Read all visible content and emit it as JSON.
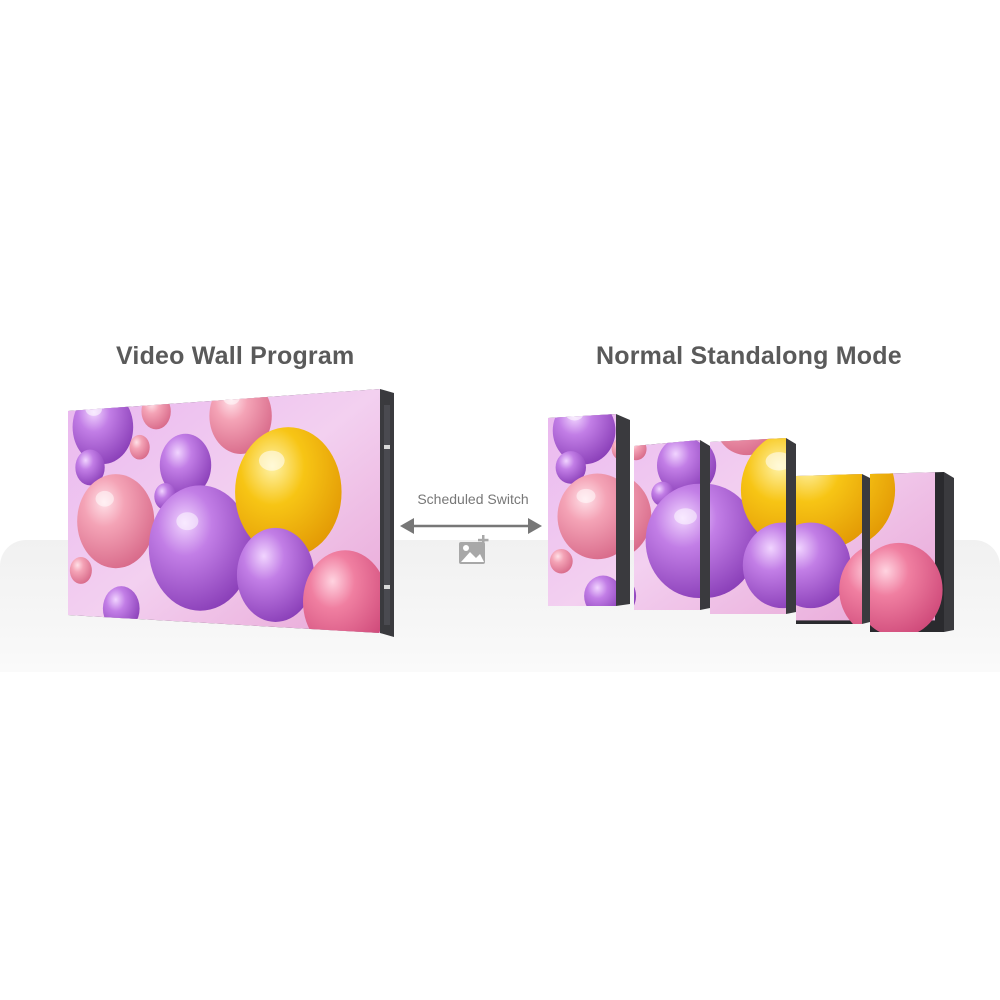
{
  "titles": {
    "left": "Video Wall Program",
    "right": "Normal Standalong Mode"
  },
  "switch": {
    "label": "Scheduled Switch",
    "icon": "image-add-icon"
  },
  "colors": {
    "title": "#5a5a5a",
    "label": "#777777",
    "arrow": "#777777",
    "bezel": "#3a3a3e",
    "background_pink": "#efc3ea",
    "ball_purple": "#b165d9",
    "ball_pink": "#f07fa1",
    "ball_yellow": "#f7c515"
  }
}
